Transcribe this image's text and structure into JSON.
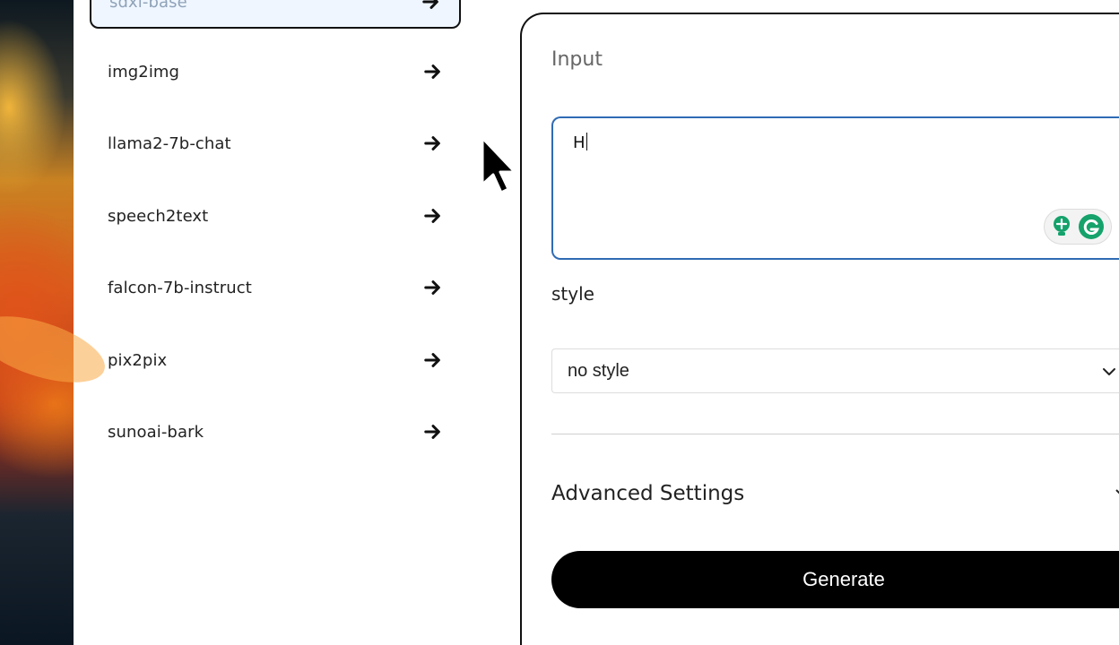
{
  "models": [
    {
      "label": "sdxl-base",
      "selected": true
    },
    {
      "label": "img2img"
    },
    {
      "label": "llama2-7b-chat"
    },
    {
      "label": "speech2text"
    },
    {
      "label": "falcon-7b-instruct"
    },
    {
      "label": "pix2pix"
    },
    {
      "label": "sunoai-bark"
    }
  ],
  "panel": {
    "input_title": "Input",
    "prompt_value": "H",
    "style_label": "style",
    "style_value": "no style",
    "advanced_label": "Advanced Settings",
    "generate_label": "Generate"
  },
  "icons": {
    "model_arrow": "arrow-right-icon",
    "grammarly_suggest": "lightbulb-icon",
    "grammarly_logo": "grammarly-g-icon",
    "select_chevron": "chevron-down-icon",
    "cursor": "mouse-pointer-icon"
  },
  "colors": {
    "prompt_border": "#2f6bb4",
    "selected_bg": "#eff6ff",
    "generate_bg": "#000000",
    "grammarly_green": "#15a26b"
  }
}
